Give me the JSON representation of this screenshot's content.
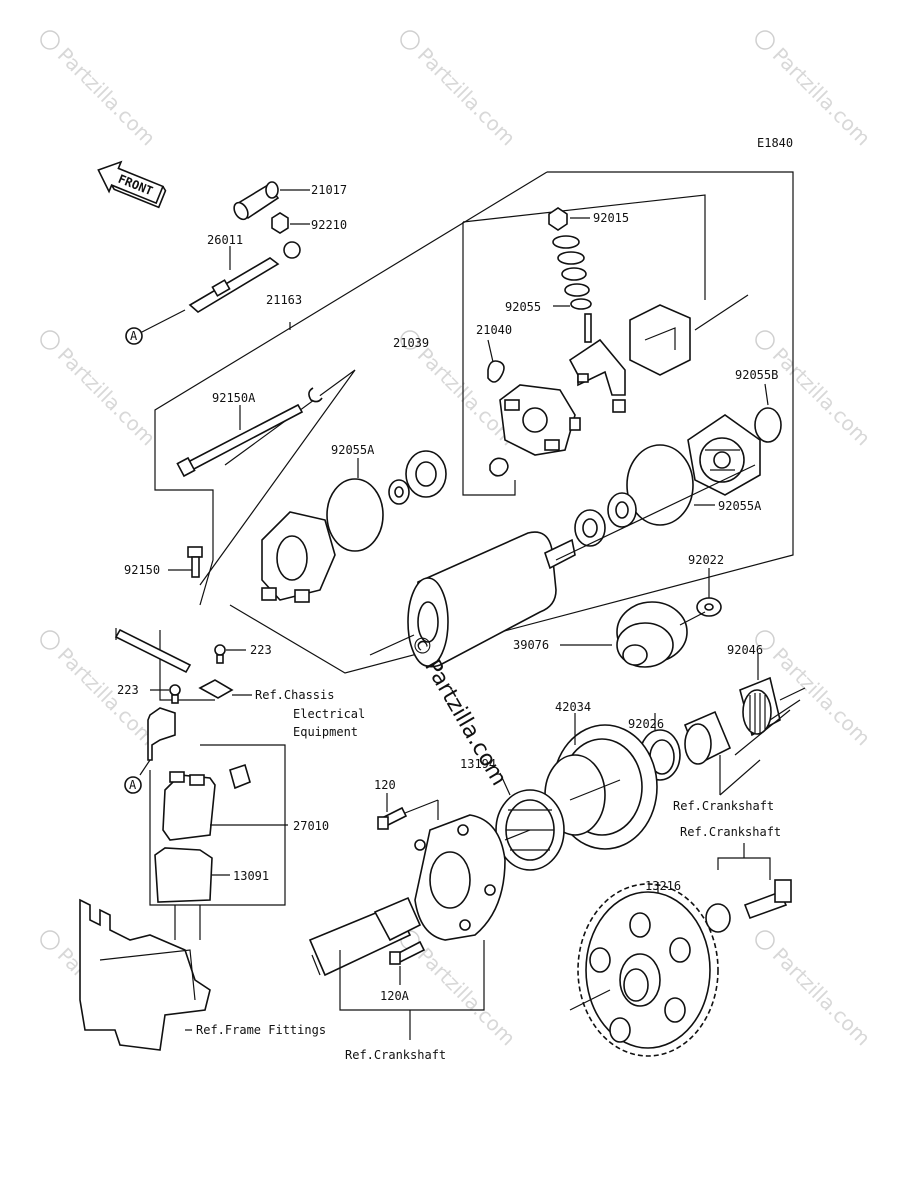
{
  "diagram_code": "E1840",
  "front_label": "FRONT",
  "connector_ref": "A",
  "parts": {
    "p21017": "21017",
    "p92210": "92210",
    "p26011": "26011",
    "p21163": "21163",
    "p92015": "92015",
    "p92055": "92055",
    "p21040": "21040",
    "p21039": "21039",
    "p92055B": "92055B",
    "p92150A": "92150A",
    "p92055A_left": "92055A",
    "p92055A_right": "92055A",
    "p92150": "92150",
    "p92022": "92022",
    "p39076": "39076",
    "p92046": "92046",
    "p223_top": "223",
    "p223_left": "223",
    "p42034": "42034",
    "p92026": "92026",
    "p13194": "13194",
    "p120": "120",
    "p27010": "27010",
    "p13091": "13091",
    "p13216": "13216",
    "p120A": "120A"
  },
  "refs": {
    "chassis_line1": "Ref.Chassis",
    "chassis_line2": "Electrical",
    "chassis_line3": "Equipment",
    "crankshaft_right1": "Ref.Crankshaft",
    "crankshaft_right2": "Ref.Crankshaft",
    "frame_fittings": "Ref.Frame Fittings",
    "crankshaft_bottom": "Ref.Crankshaft"
  },
  "watermark": "Partzilla.com",
  "center_watermark": "© Partzilla.com"
}
